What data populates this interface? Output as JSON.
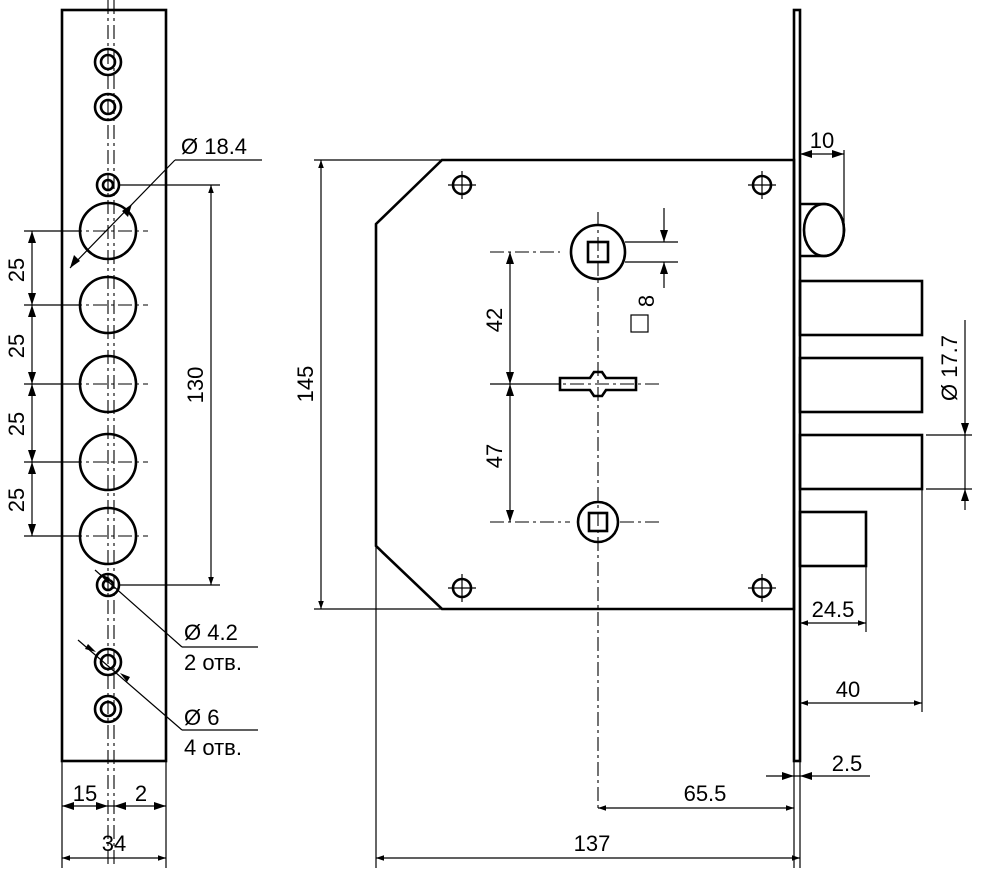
{
  "front_view": {
    "hole_large_diameter": "Ø 18.4",
    "hole_small_diameter": "Ø 4.2",
    "hole_small_count": "2 отв.",
    "hole_mount_diameter": "Ø 6",
    "hole_mount_count": "4 отв.",
    "spacing_1": "25",
    "spacing_2": "25",
    "spacing_3": "25",
    "spacing_4": "25",
    "spacing_total": "130",
    "offset_left": "15",
    "offset_right": "2",
    "plate_width": "34"
  },
  "side_view": {
    "body_height": "145",
    "bolt_diameter": "Ø 17.7",
    "spindle_square": "8",
    "spindle_to_key": "42",
    "key_to_lower": "47",
    "latch_throw_label": "10",
    "deadbolt_projection": "24.5",
    "bolt_projection": "40",
    "faceplate_thickness": "2.5",
    "backset": "65.5",
    "body_depth": "137"
  },
  "colors": {
    "line": "#000000",
    "background": "#ffffff"
  }
}
